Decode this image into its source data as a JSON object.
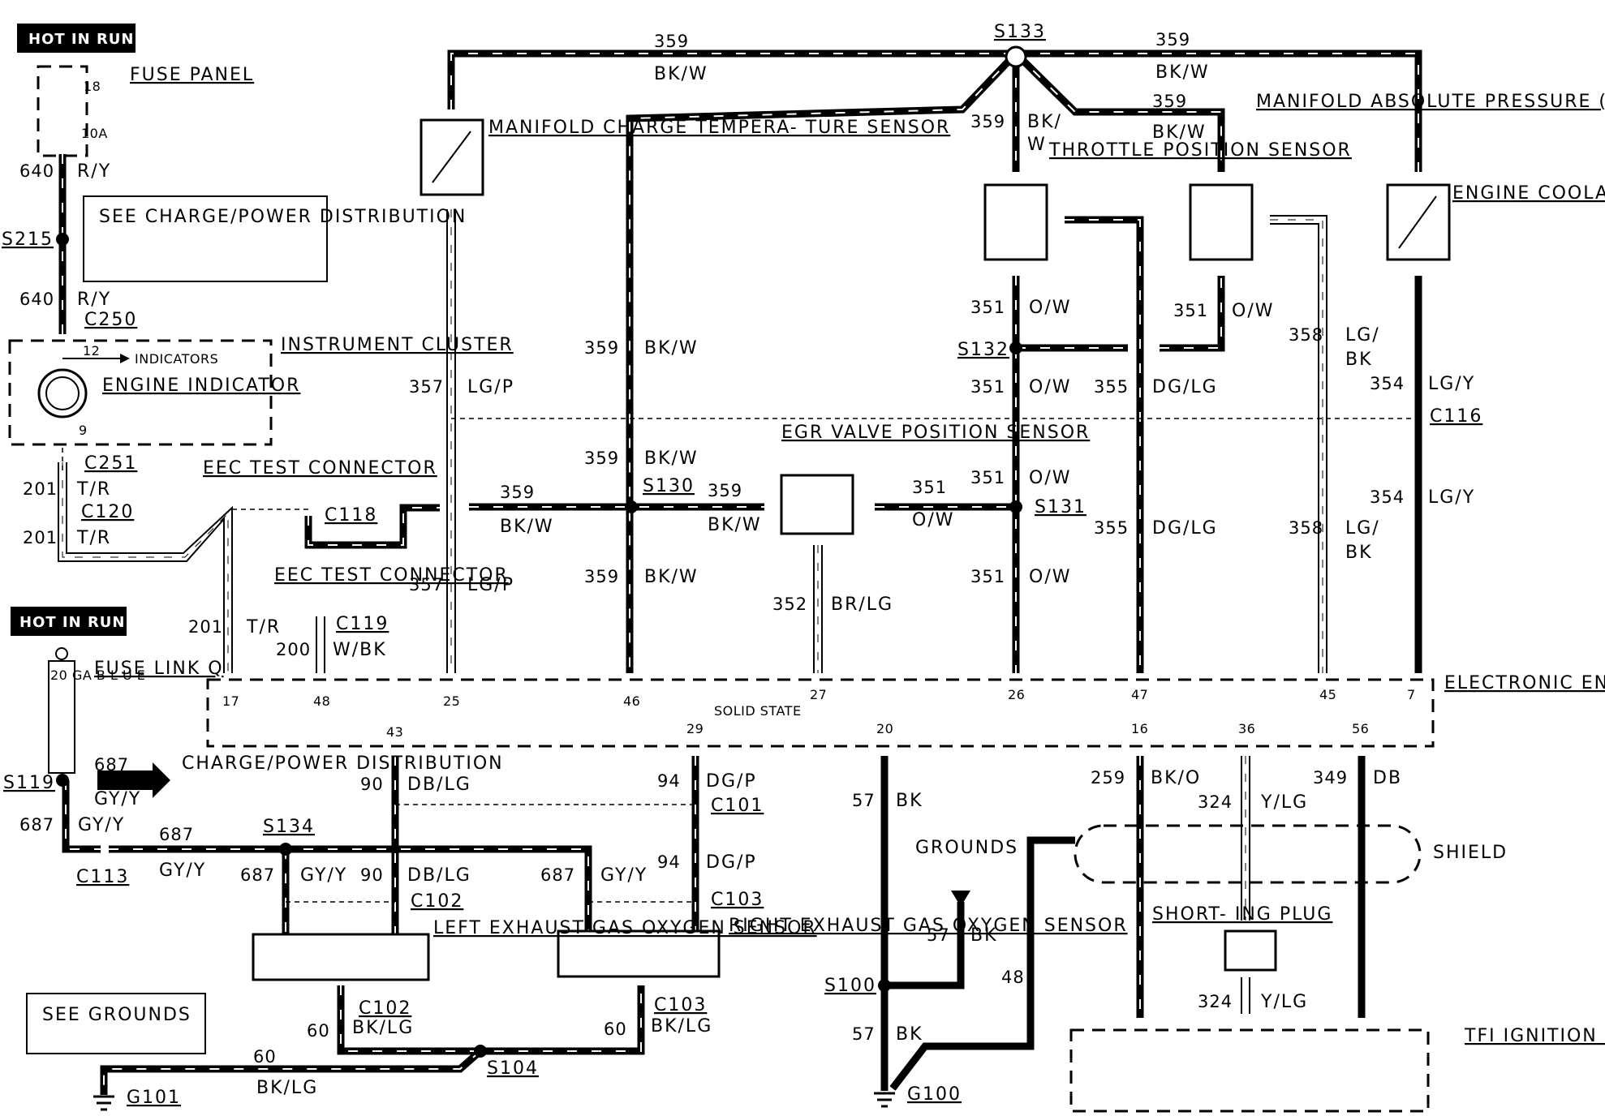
{
  "badges": {
    "hot_in_run_1": "HOT IN RUN",
    "hot_in_run_2": "HOT IN RUN"
  },
  "components": {
    "fuse_panel": "FUSE PANEL",
    "fuse_number": "18",
    "fuse_rating": "10A",
    "see_charge_power": "SEE CHARGE/POWER DISTRIBUTION",
    "instrument_cluster": "INSTRUMENT CLUSTER",
    "indicators": "INDICATORS",
    "engine_indicator": "ENGINE INDICATOR",
    "pin_12": "12",
    "pin_9": "9",
    "eec_test_connector_1": "EEC TEST CONNECTOR",
    "eec_test_connector_2": "EEC TEST CONNECTOR",
    "manifold_charge_temp": "MANIFOLD CHARGE TEMPERA- TURE SENSOR",
    "throttle_position": "THROTTLE POSITION SENSOR",
    "map_sensor": "MANIFOLD ABSOLUTE PRESSURE (MAP) SENSOR",
    "engine_coolant": "ENGINE COOLANT TEMPERATURE SENSOR",
    "egr_valve": "EGR VALVE POSITION SENSOR",
    "fuse_link": "FUSE LINK Q",
    "fuse_link_body": "20 GA B L U E",
    "charge_power_2": "CHARGE/POWER DISTRIBUTION",
    "eec_module": "ELECTRONIC ENGINE CONTROL (EEC) MODULE",
    "solid_state": "SOLID STATE",
    "left_oxygen": "LEFT EXHAUST GAS OXYGEN SENSOR",
    "right_oxygen": "RIGHT EXHAUST GAS OXYGEN SENSOR",
    "see_grounds": "SEE GROUNDS",
    "grounds": "GROUNDS",
    "shield": "SHIELD",
    "shorting_plug": "SHORT- ING PLUG",
    "tfi_module": "TFI IGNITION MODULE"
  },
  "connectors": {
    "S133": "S133",
    "S215": "S215",
    "C250": "C250",
    "C251": "C251",
    "C120": "C120",
    "C118": "C118",
    "C119": "C119",
    "S130": "S130",
    "S131": "S131",
    "S132": "S132",
    "C116": "C116",
    "S119": "S119",
    "C113": "C113",
    "S134": "S134",
    "C101": "C101",
    "C102a": "C102",
    "C102b": "C102",
    "C103a": "C103",
    "C103b": "C103",
    "S104": "S104",
    "G101": "G101",
    "S100": "S100",
    "G100": "G100"
  },
  "wires": {
    "w359_tl": "359",
    "bkw_tl": "BK/W",
    "w359_tr": "359",
    "bkw_tr": "BK/W",
    "w359_tp": "359",
    "bkw_tp1": "BK/",
    "bkw_tp2": "W",
    "w359_map": "359",
    "bkw_map": "BK/W",
    "w640a": "640",
    "ry_a": "R/Y",
    "w640b": "640",
    "ry_b": "R/Y",
    "w201a": "201",
    "tr_a": "T/R",
    "w201b": "201",
    "tr_b": "T/R",
    "w201c": "201",
    "tr_c": "T/R",
    "w200": "200",
    "wbk": "W/BK",
    "w357a": "357",
    "lgp_a": "LG/P",
    "w357b": "357",
    "lgp_b": "LG/P",
    "w359_v1": "359",
    "bkw_v1": "BK/W",
    "w359_v2": "359",
    "bkw_v2": "BK/W",
    "w359_v3": "359",
    "bkw_v3": "BK/W",
    "w359_h1": "359",
    "bkw_h1": "BK/W",
    "w359_h2": "359",
    "bkw_h2": "BK/W",
    "w352": "352",
    "brlg": "BR/LG",
    "w351_h": "351",
    "ow_h": "O/W",
    "w351a": "351",
    "ow_a": "O/W",
    "w351b": "351",
    "ow_b": "O/W",
    "w351c": "351",
    "ow_c": "O/W",
    "w351d": "351",
    "ow_d": "O/W",
    "w351_map": "351",
    "ow_map": "O/W",
    "w355a": "355",
    "dglg_a": "DG/LG",
    "w355b": "355",
    "dglg_b": "DG/LG",
    "w358a": "358",
    "lgbk_a1": "LG/",
    "lgbk_a2": "BK",
    "w358b": "358",
    "lgbk_b1": "LG/",
    "lgbk_b2": "BK",
    "w354a": "354",
    "lgy_a": "LG/Y",
    "w354b": "354",
    "lgy_b": "LG/Y",
    "w687_s119": "687",
    "gyy_s119": "GY/Y",
    "w687_c113": "687",
    "gyy_c113": "GY/Y",
    "w687_h": "687",
    "gyy_h": "GY/Y",
    "w687_l": "687",
    "gyy_l": "GY/Y",
    "w687_r": "687",
    "gyy_r": "GY/Y",
    "w90a": "90",
    "dblg_a": "DB/LG",
    "w90b": "90",
    "dblg_b": "DB/LG",
    "w94a": "94",
    "dgp_a": "DG/P",
    "w94b": "94",
    "dgp_b": "DG/P",
    "w60l": "60",
    "bklg_l": "BK/LG",
    "w60r": "60",
    "bklg_r": "BK/LG",
    "w60g": "60",
    "bklg_g": "BK/LG",
    "w57a": "57",
    "bk_a": "BK",
    "w57b": "57",
    "bk_b": "BK",
    "w57c": "57",
    "bk_c": "BK",
    "w48": "48",
    "w259": "259",
    "bko": "BK/O",
    "w324a": "324",
    "ylg_a": "Y/LG",
    "w324b": "324",
    "ylg_b": "Y/LG",
    "w349": "349",
    "db": "DB"
  },
  "pins": {
    "p17": "17",
    "p48": "48",
    "p25": "25",
    "p46": "46",
    "p27": "27",
    "p26": "26",
    "p47": "47",
    "p45": "45",
    "p7": "7",
    "p43": "43",
    "p29": "29",
    "p20": "20",
    "p16": "16",
    "p36": "36",
    "p56": "56"
  }
}
